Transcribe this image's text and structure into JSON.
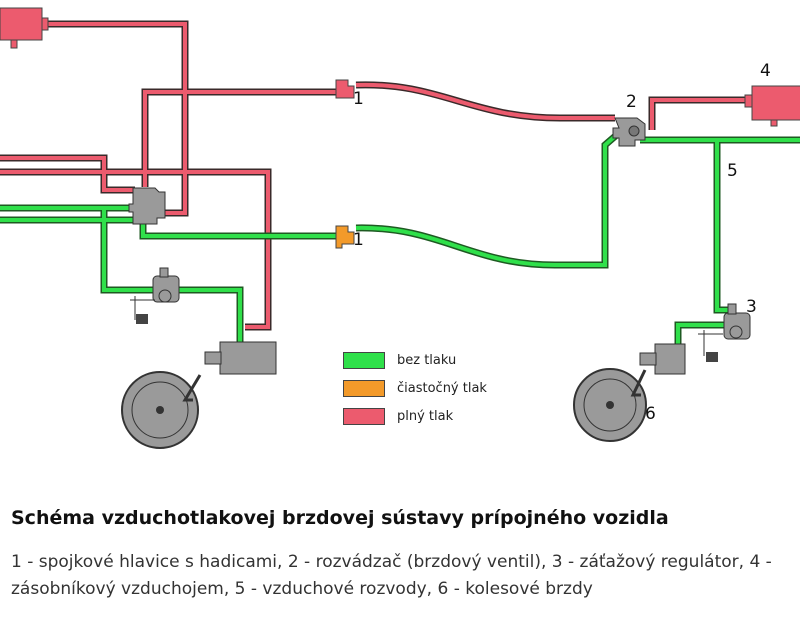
{
  "labels": {
    "coupling_top": "1",
    "coupling_bottom": "1",
    "valve": "2",
    "tank": "4",
    "lines": "5",
    "regulator": "3",
    "brake": "6"
  },
  "legend": [
    {
      "label": "bez tlaku",
      "color": "#2fe04a"
    },
    {
      "label": "čiastočný tlak",
      "color": "#f39a2a"
    },
    {
      "label": "plný tlak",
      "color": "#ec5b6e"
    }
  ],
  "title": "Schéma vzduchotlakovej brzdovej sústavy prípojného vozidla",
  "description": "1 - spojkové hlavice s hadicami, 2 - rozvádzač (brzdový ventil), 3 - záťažový regulátor, 4 - zásobníkový vzduchojem, 5 - vzduchové rozvody, 6 - kolesové brzdy"
}
